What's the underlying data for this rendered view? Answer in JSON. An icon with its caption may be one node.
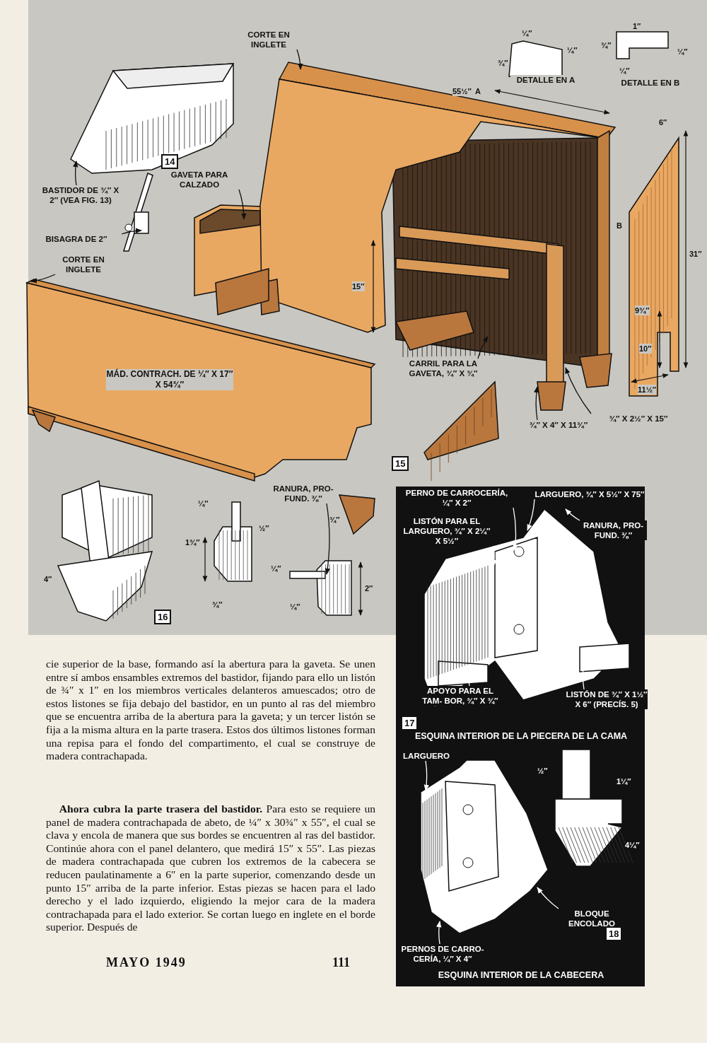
{
  "diagram": {
    "nodes": [
      {
        "text": [
          "CORTE EN INGLETE"
        ]
      },
      {
        "text": [
          "BASTIDOR DE ¾″ X 2″ (VEA FIG. 13)"
        ]
      },
      {
        "text": [
          "BISAGRA DE 2″"
        ]
      },
      {
        "text": [
          "GAVETA PARA CALZADO"
        ]
      },
      {
        "text": [
          "CORTE EN INGLETE"
        ]
      },
      {
        "text": [
          "CARRIL PARA LA GAVETA, ¾″ X ¾″"
        ]
      },
      {
        "text": [
          "¾″ X 4″ X 11¾″"
        ]
      },
      {
        "text": [
          "¾″ X 2½″ X 15″"
        ]
      },
      {
        "text": [
          "RANURA, PRO- FUND. ⅜″"
        ]
      },
      {
        "text": [
          "PERNO DE CARROCERÍA, ¼″ X 2″"
        ]
      },
      {
        "text": [
          "LARGUERO, ¾″ X 5½″ X 75″"
        ]
      },
      {
        "text": [
          "LISTÓN PARA EL LARGUERO, ¾″ X 2¼″ X 5½″"
        ]
      },
      {
        "text": [
          "RANURA, PRO- FUND. ⅜″"
        ]
      },
      {
        "text": [
          "APOYO PARA EL TAM- BOR, ¾″ X ¾″"
        ]
      },
      {
        "text": [
          "LISTÓN DE ¾″ X 1½″ X 6″ (PRECÍS. 5)"
        ]
      },
      {
        "text": [
          "LARGUERO"
        ]
      },
      {
        "text": [
          "BLOQUE ENCOLADO"
        ]
      },
      {
        "text": [
          "PERNOS DE CARRO- CERÍA, ¼″ X 4″"
        ]
      },
      {
        "text": [],
        "shape": "picture"
      },
      {
        "text": [],
        "shape": "picture"
      },
      {
        "text": [],
        "shape": "picture"
      },
      {
        "text": [],
        "shape": "picture"
      },
      {
        "text": [],
        "shape": "picture"
      },
      {
        "text": [],
        "shape": "picture"
      },
      {
        "text": [],
        "shape": "picture"
      },
      {
        "text": [],
        "shape": "picture"
      }
    ],
    "edges": [
      {
        "from": 0,
        "to": 21,
        "arrow": "to"
      },
      {
        "from": 1,
        "to": 18,
        "arrow": "to"
      },
      {
        "from": 2,
        "to": 19,
        "arrow": "to"
      },
      {
        "from": 3,
        "to": 20,
        "arrow": "to"
      },
      {
        "from": 4,
        "to": 22,
        "arrow": "to"
      },
      {
        "from": 5,
        "to": 21,
        "arrow": "to"
      },
      {
        "from": 6,
        "to": 21,
        "arrow": "to"
      },
      {
        "from": 7,
        "to": 21,
        "arrow": "to"
      },
      {
        "from": 8,
        "to": 23,
        "arrow": "to"
      },
      {
        "from": 9,
        "to": 24,
        "arrow": "to",
        "color": "#ffffff"
      },
      {
        "from": 10,
        "to": 24,
        "arrow": "to",
        "color": "#ffffff"
      },
      {
        "from": 11,
        "to": 24,
        "arrow": "to",
        "color": "#ffffff"
      },
      {
        "from": 12,
        "to": 24,
        "arrow": "to",
        "color": "#ffffff"
      },
      {
        "from": 13,
        "to": 24,
        "arrow": "to",
        "color": "#ffffff"
      },
      {
        "from": 14,
        "to": 24,
        "arrow": "to",
        "color": "#ffffff"
      },
      {
        "from": 15,
        "to": 25,
        "arrow": "to",
        "color": "#ffffff"
      },
      {
        "from": 16,
        "to": 25,
        "arrow": "to",
        "color": "#ffffff"
      },
      {
        "from": 17,
        "to": 25,
        "arrow": "to",
        "color": "#ffffff"
      }
    ],
    "labels": [
      "¼″",
      "¾″",
      "¼″",
      "DETALLE EN A",
      "1″",
      "¾″",
      "¼″",
      "¼″",
      "DETALLE EN B",
      "55½″",
      "A",
      "6″",
      "14",
      "B",
      "31″",
      "15″",
      "9¾″",
      "10″",
      "MÁD. CONTRACH. DE ¼″ X 17″ X 54¾″",
      "11½″",
      "15",
      "4″",
      "¼″",
      "½″",
      "1¾″",
      "¾″",
      "¾″",
      "¼″",
      "2″",
      "¼″",
      "16",
      "17",
      "ESQUINA INTERIOR DE LA PIECERA DE LA CAMA",
      "½″",
      "1¼″",
      "4¼″",
      "18",
      "ESQUINA INTERIOR DE LA CABECERA",
      "cie superior de la base, formando así la abertura para la gaveta. Se unen entre sí ambos ensambles extremos del bastidor, fijando para ello un listón de ¾″ x 1″ en los miembros verticales delanteros amuescados; otro de estos listones se fija debajo del bastidor, en un punto al ras del miembro que se encuentra arriba de la abertura para la gaveta; y un tercer listón se fija a la misma altura en la parte trasera. Estos dos últimos listones forman una repisa para el fondo del compartimento, el cual se construye de madera contrachapada.",
      "**Ahora cubra la parte trasera del bastidor.** Para esto se requiere un panel de madera contrachapada de abeto, de ¼″ x 30¾″ x 55″, el cual se clava y encola de manera que sus bordes se encuentren al ras del bastidor. Continúe ahora con el panel delantero, que medirá 15″ x 55″. Las piezas de madera contrachapada que cubren los extremos de la cabecera se reducen paulatinamente a 6″ en la parte superior, comenzando desde un punto 15″ arriba de la parte inferior. Estas piezas se hacen para el lado derecho y el lado izquierdo, eligiendo la mejor cara de la madera contrachapada para el lado exterior. Se cortan luego en inglete en el borde superior. Después de",
      "MAYO 1949",
      "111"
    ]
  }
}
